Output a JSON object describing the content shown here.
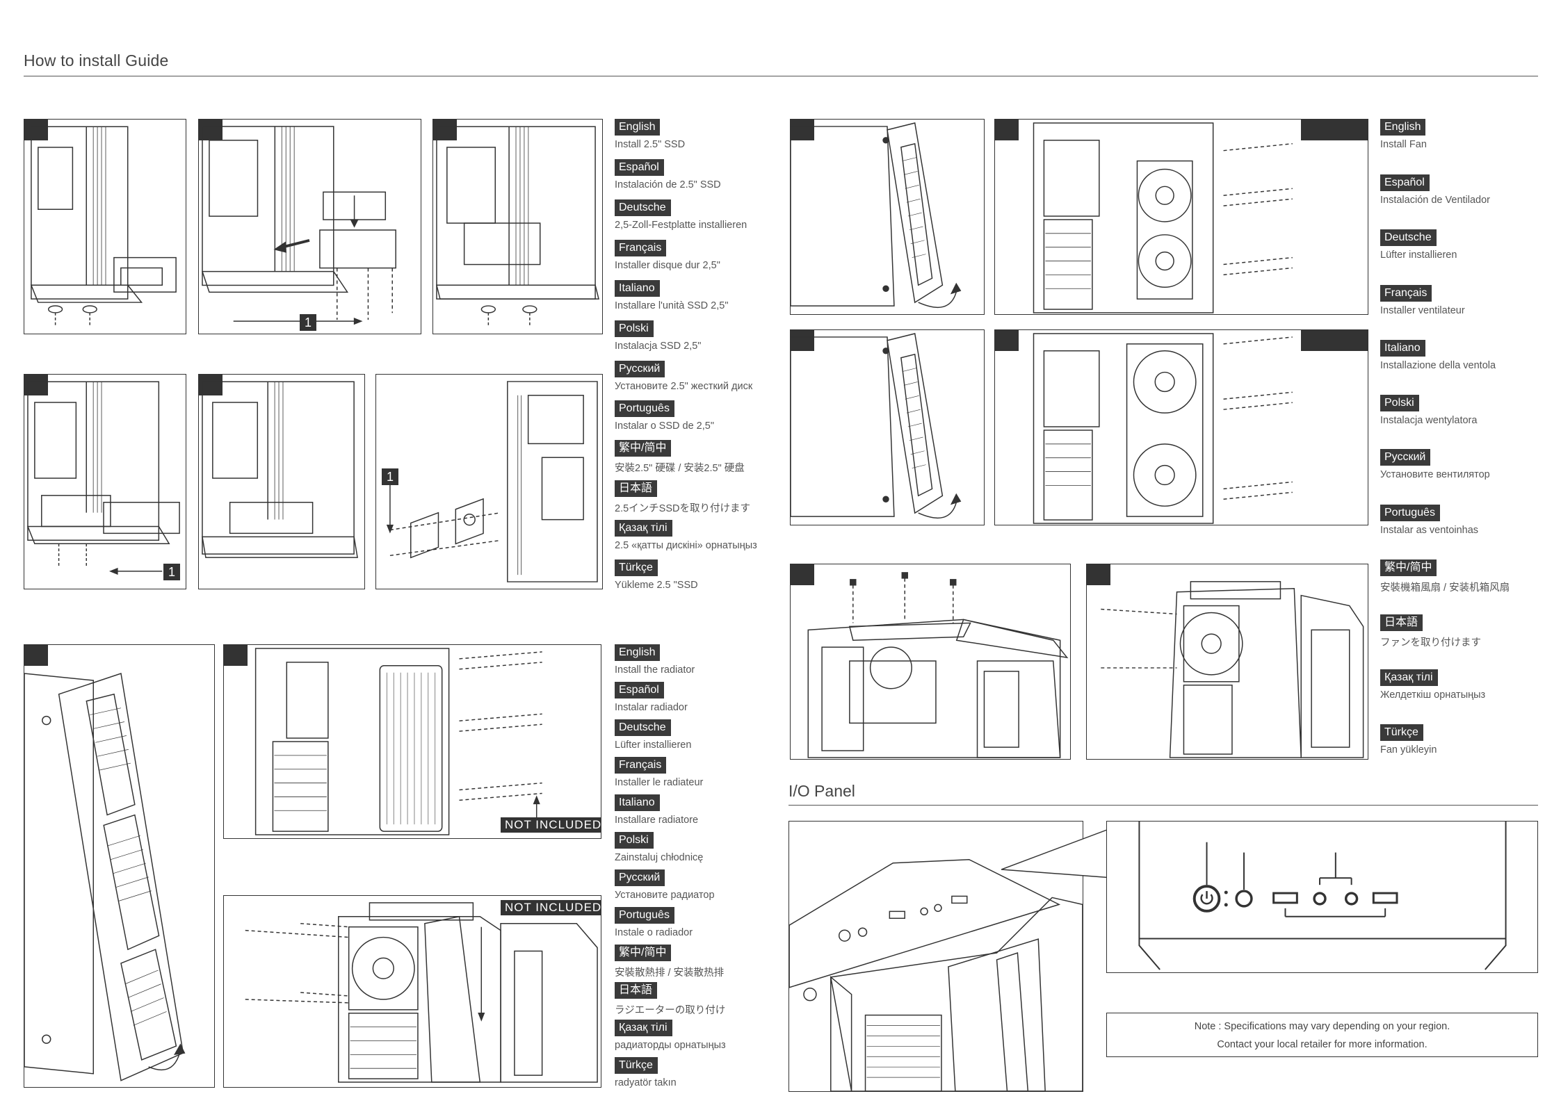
{
  "header": {
    "title": "How to install Guide"
  },
  "callout_number": "1",
  "not_included": "NOT INCLUDED",
  "ssd_section": {
    "languages": [
      {
        "lang": "English",
        "text": "Install 2.5\" SSD"
      },
      {
        "lang": "Español",
        "text": "Instalación de 2.5\" SSD"
      },
      {
        "lang": "Deutsche",
        "text": "2,5-Zoll-Festplatte installieren"
      },
      {
        "lang": "Français",
        "text": "Installer disque dur 2,5\""
      },
      {
        "lang": "Italiano",
        "text": "Installare l'unità SSD 2,5\""
      },
      {
        "lang": "Polski",
        "text": "Instalacja SSD 2,5\""
      },
      {
        "lang": "Русский",
        "text": "Установите 2.5\" жесткий диск"
      },
      {
        "lang": "Português",
        "text": "Instalar o SSD de 2,5\""
      },
      {
        "lang": "繁中/简中",
        "text": "安裝2.5\" 硬碟 / 安装2.5\" 硬盘"
      },
      {
        "lang": "日本語",
        "text": "2.5インチSSDを取り付けます"
      },
      {
        "lang": "Қазақ тілі",
        "text": "2.5 «қатты дискіні» орнатыңыз"
      },
      {
        "lang": "Türkçe",
        "text": "Yükleme 2.5 \"SSD"
      }
    ]
  },
  "radiator_section": {
    "languages": [
      {
        "lang": "English",
        "text": "Install the radiator"
      },
      {
        "lang": "Español",
        "text": "Instalar radiador"
      },
      {
        "lang": "Deutsche",
        "text": "Lüfter installieren"
      },
      {
        "lang": "Français",
        "text": "Installer le radiateur"
      },
      {
        "lang": "Italiano",
        "text": "Installare radiatore"
      },
      {
        "lang": "Polski",
        "text": "Zainstaluj chłodnicę"
      },
      {
        "lang": "Русский",
        "text": "Установите радиатор"
      },
      {
        "lang": "Português",
        "text": "Instale o radiador"
      },
      {
        "lang": "繁中/简中",
        "text": "安裝散熱排 / 安装散热排"
      },
      {
        "lang": "日本語",
        "text": "ラジエーターの取り付け"
      },
      {
        "lang": "Қазақ тілі",
        "text": "радиаторды орнатыңыз"
      },
      {
        "lang": "Türkçe",
        "text": "radyatör takın"
      }
    ]
  },
  "fan_section": {
    "languages": [
      {
        "lang": "English",
        "text": "Install Fan"
      },
      {
        "lang": "Español",
        "text": "Instalación de Ventilador"
      },
      {
        "lang": "Deutsche",
        "text": "Lüfter installieren"
      },
      {
        "lang": "Français",
        "text": "Installer ventilateur"
      },
      {
        "lang": "Italiano",
        "text": "Installazione della ventola"
      },
      {
        "lang": "Polski",
        "text": "Instalacja wentylatora"
      },
      {
        "lang": "Русский",
        "text": "Установите вентилятор"
      },
      {
        "lang": "Português",
        "text": "Instalar as ventoinhas"
      },
      {
        "lang": "繁中/简中",
        "text": "安裝機箱風扇 / 安装机箱风扇"
      },
      {
        "lang": "日本語",
        "text": "ファンを取り付けます"
      },
      {
        "lang": "Қазақ тілі",
        "text": "Желдеткіш орнатыңыз"
      },
      {
        "lang": "Türkçe",
        "text": "Fan yükleyin"
      }
    ]
  },
  "io_panel": {
    "title": "I/O Panel",
    "note_line1": "Note : Specifications may vary depending on your region.",
    "note_line2": "Contact your local retailer for more information."
  }
}
